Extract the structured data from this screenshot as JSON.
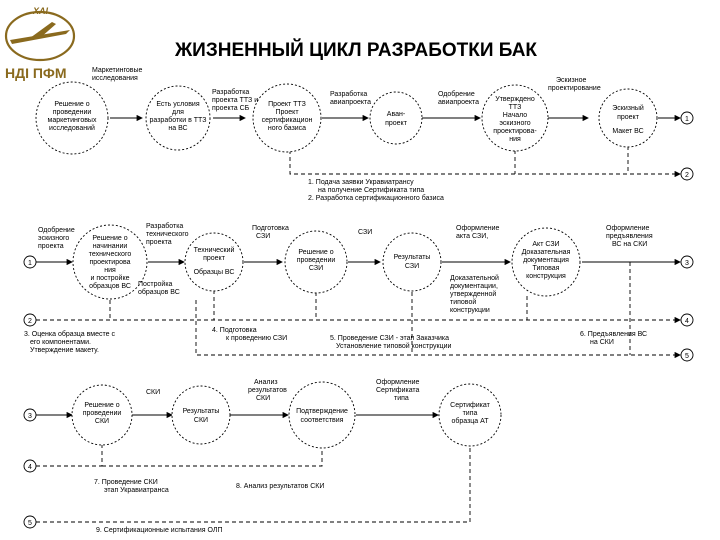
{
  "title": "ЖИЗНЕННЫЙ ЦИКЛ РАЗРАБОТКИ БАК",
  "logo": {
    "top": "ХАІ",
    "bottom": "НДІ ПФМ"
  },
  "row1": {
    "circles": [
      [
        "Решение о",
        "проведении",
        "маркетинговых",
        "исследований"
      ],
      [
        "Есть условия",
        "для",
        "разработки в ТТЗ",
        "на ВС"
      ],
      [
        "Проект ТТЗ",
        "Проект",
        "сертификацион",
        "ного базиса"
      ],
      [
        "Аван-",
        "проект"
      ],
      [
        "Утверждено",
        "ТТЗ",
        "Начало",
        "эскизного",
        "проектирова-",
        "ния"
      ],
      [
        "Эскизный",
        "проект",
        "Макет ВС"
      ]
    ],
    "activities": [
      [
        "Маркетинговые",
        "исследования"
      ],
      [
        "Разработка",
        "проекта ТТЗ и",
        "проекта СБ"
      ],
      [
        "Разработка",
        "авиапроекта"
      ],
      [
        "Одобрение",
        "авиапроекта"
      ],
      [
        "Эскизное",
        "проектирование"
      ]
    ],
    "node1": "1",
    "node2": "2",
    "note": [
      "1. Подача заявки Укравиатрансу",
      "на получение Сертификата типа",
      "2. Разработка сертификационного базиса"
    ]
  },
  "row2": {
    "circles": [
      [
        "Решение о",
        "начинании",
        "технического",
        "проектирова",
        "ния",
        "и постройке",
        "образцов ВС"
      ],
      [
        "Технический",
        "проект",
        "Образцы ВС"
      ],
      [
        "Решение о",
        "проведении",
        "СЗИ"
      ],
      [
        "Результаты",
        "СЗИ"
      ],
      [
        "Акт СЗИ",
        "Доказательная",
        "документация",
        "Типовая",
        "конструкция"
      ]
    ],
    "activities": [
      [
        "Одобрение",
        "эскизного",
        "проекта"
      ],
      [
        "Разработка",
        "технического",
        "проекта"
      ],
      [
        "Постройка",
        "образцов ВС"
      ],
      [
        "Подготовка",
        "СЗИ"
      ],
      [
        "СЗИ"
      ],
      [
        "Оформление",
        "акта СЗИ,"
      ],
      [
        "Доказательной",
        "документации,",
        "утвержденной",
        "типовой",
        "конструкции"
      ],
      [
        "Оформление",
        "предъявления",
        "ВС на СКИ"
      ]
    ],
    "nodes": [
      "1",
      "2",
      "3",
      "4",
      "5"
    ],
    "notes": [
      [
        "3. Оценка образца вместе с",
        "его компонентами.",
        "Утверждение макету."
      ],
      [
        "4. Подготовка",
        "к проведению СЗИ"
      ],
      [
        "5. Проведение СЗИ - этап Заказчика",
        "Установление типовой конструкции"
      ],
      [
        "6. Предъявления ВС",
        "на СКИ"
      ]
    ]
  },
  "row3": {
    "circles": [
      [
        "Решение о",
        "проведении",
        "СКИ"
      ],
      [
        "Результаты",
        "СКИ"
      ],
      [
        "Подтверждение",
        "соответствия"
      ],
      [
        "Сертификат",
        "типа",
        "образца АТ"
      ]
    ],
    "activities": [
      [
        "СКИ"
      ],
      [
        "Анализ",
        "результатов",
        "СКИ"
      ],
      [
        "Оформление",
        "Сертификата",
        "типа"
      ]
    ],
    "nodes": [
      "3",
      "4",
      "5"
    ],
    "notes": [
      [
        "7. Проведение СКИ",
        "этап Укравиатранса"
      ],
      [
        "8. Анализ результатов СКИ"
      ],
      [
        "9. Сертификационные испытания ОЛП"
      ]
    ]
  }
}
